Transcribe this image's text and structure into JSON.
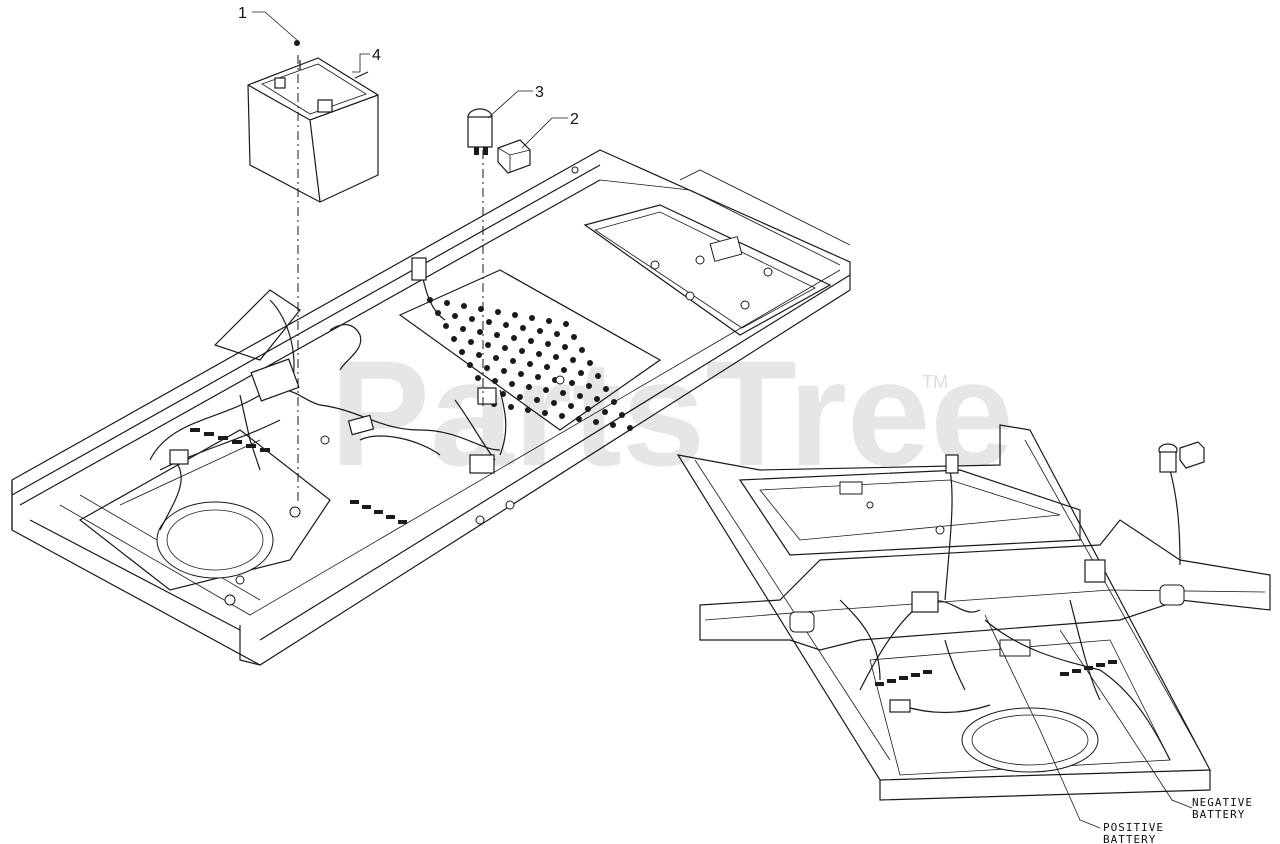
{
  "watermark": {
    "text": "PartsTree",
    "trademark": "TM"
  },
  "callouts": [
    {
      "id": "1",
      "label": "1"
    },
    {
      "id": "2",
      "label": "2"
    },
    {
      "id": "3",
      "label": "3"
    },
    {
      "id": "4",
      "label": "4"
    }
  ],
  "labels": {
    "positive_battery_line1": "POSITIVE",
    "positive_battery_line2": "BATTERY",
    "negative_battery_line1": "NEGATIVE",
    "negative_battery_line2": "BATTERY"
  },
  "icons": [
    "battery-icon",
    "ignition-switch-icon",
    "relay-icon",
    "wire-harness-icon"
  ]
}
